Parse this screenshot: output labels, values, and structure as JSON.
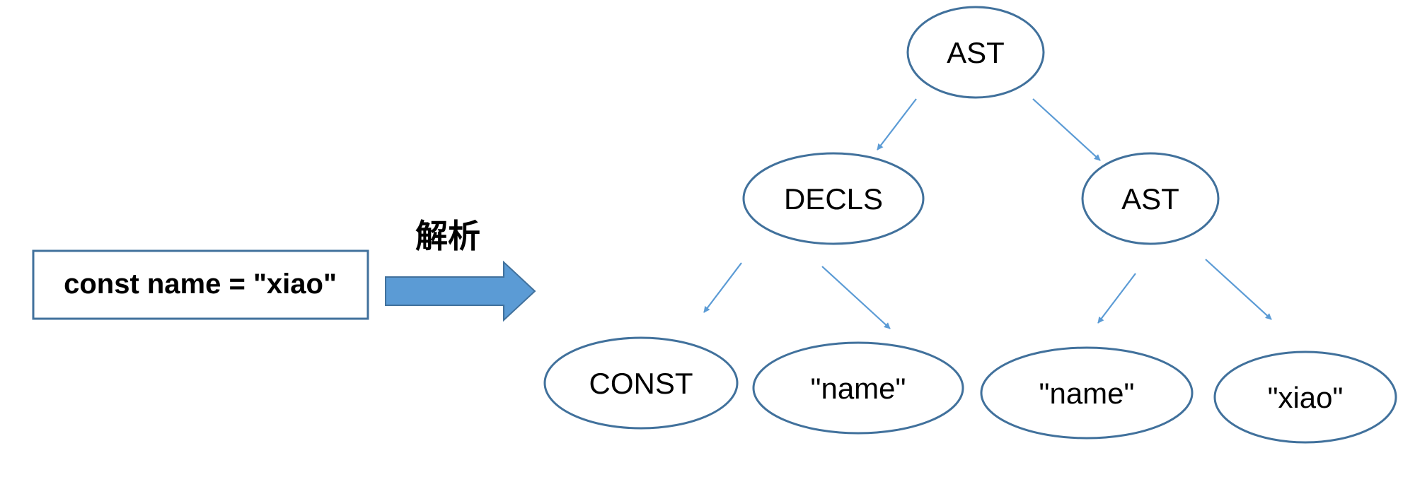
{
  "source": {
    "code": "const name = \"xiao\""
  },
  "transform": {
    "label": "解析"
  },
  "tree": {
    "root": {
      "label": "AST"
    },
    "left_child": {
      "label": "DECLS"
    },
    "right_child": {
      "label": "AST"
    },
    "leaves": [
      {
        "label": "CONST"
      },
      {
        "label": "\"name\""
      },
      {
        "label": "\"name\""
      },
      {
        "label": "\"xiao\""
      }
    ]
  },
  "colors": {
    "arrow_fill": "#5b9bd5",
    "outline": "#41719c",
    "edge": "#5b9bd5"
  }
}
